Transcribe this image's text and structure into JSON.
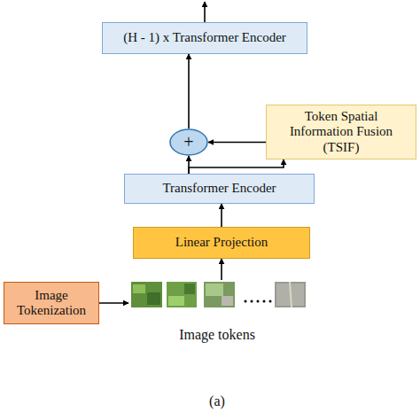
{
  "diagram": {
    "caption": "(a)",
    "nodes": [
      {
        "text": [
          "(H - 1) x Transformer Encoder"
        ]
      },
      {
        "text": [
          "+"
        ]
      },
      {
        "text": [
          "Token Spatial Information Fusion (TSIF)"
        ]
      },
      {
        "text": [
          "Transformer Encoder"
        ]
      },
      {
        "text": [
          "Linear Projection"
        ]
      },
      {
        "text": [
          "Image Tokenization"
        ]
      }
    ],
    "edges": [
      {
        "from": 1,
        "to": 0,
        "arrow": "to"
      },
      {
        "from": 2,
        "to": 1,
        "arrow": "to"
      },
      {
        "from": 3,
        "to": 1,
        "arrow": "to"
      },
      {
        "from": 3,
        "to": 2,
        "arrow": "to"
      },
      {
        "from": 4,
        "to": 3,
        "arrow": "to"
      }
    ],
    "labels": [
      "Image tokens"
    ]
  }
}
